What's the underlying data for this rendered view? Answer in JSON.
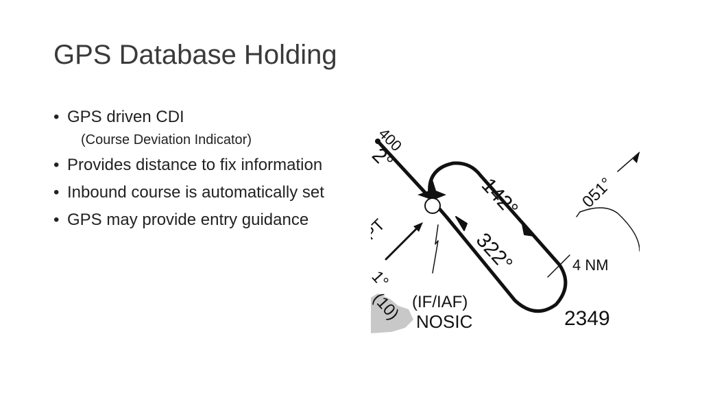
{
  "slide": {
    "title": "GPS Database Holding",
    "bullets": [
      {
        "text": "GPS driven CDI",
        "sub": "(Course Deviation Indicator)"
      },
      {
        "text": "Provides distance to fix information"
      },
      {
        "text": "Inbound course is automatically set"
      },
      {
        "text": "GPS may provide entry guidance"
      }
    ],
    "bullet_symbol": "•"
  },
  "diagram": {
    "labels": {
      "top_left_alt": "400",
      "top_left_course": "2°",
      "outbound_course": "142°",
      "inbound_course": "322°",
      "leg_length": "4 NM",
      "fix_role": "(IF/IAF)",
      "fix_name": "NOSIC",
      "altitude": "2349",
      "left_course": "1°",
      "left_distance": "(10)",
      "left_label": "PT",
      "right_course": "051°"
    }
  }
}
